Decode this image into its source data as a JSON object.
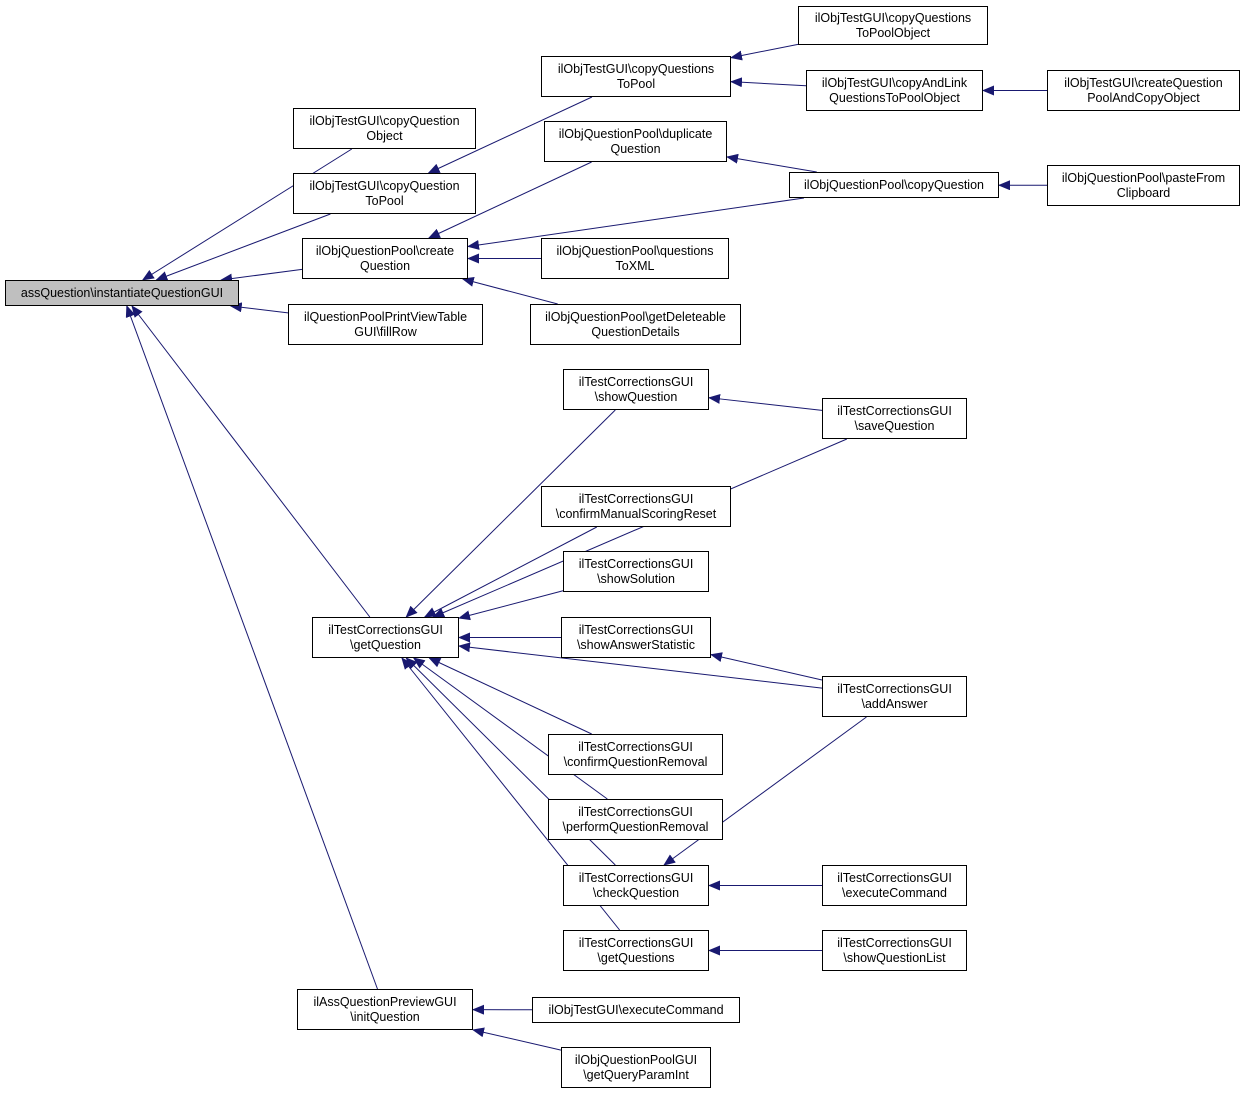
{
  "colors": {
    "edge": "#191970",
    "root_fill": "#bfbfbf",
    "node_fill": "#ffffff",
    "border": "#000000"
  },
  "nodes": {
    "root": [
      "assQuestion\\instantiateQuestionGUI"
    ],
    "copyQuestionObject": [
      "ilObjTestGUI\\copyQuestion",
      "Object"
    ],
    "copyQuestionToPool": [
      "ilObjTestGUI\\copyQuestion",
      "ToPool"
    ],
    "createQuestion": [
      "ilObjQuestionPool\\create",
      "Question"
    ],
    "fillRow": [
      "ilQuestionPoolPrintViewTable",
      "GUI\\fillRow"
    ],
    "getQuestion": [
      "ilTestCorrectionsGUI",
      "\\getQuestion"
    ],
    "initQuestion": [
      "ilAssQuestionPreviewGUI",
      "\\initQuestion"
    ],
    "copyQuestionsToPool": [
      "ilObjTestGUI\\copyQuestions",
      "ToPool"
    ],
    "duplicateQuestion": [
      "ilObjQuestionPool\\duplicate",
      "Question"
    ],
    "questionsToXML": [
      "ilObjQuestionPool\\questions",
      "ToXML"
    ],
    "getDeleteableQuestionDetails": [
      "ilObjQuestionPool\\getDeleteable",
      "QuestionDetails"
    ],
    "copyQuestionsToPoolObject": [
      "ilObjTestGUI\\copyQuestions",
      "ToPoolObject"
    ],
    "copyAndLinkQuestionsToPoolObject": [
      "ilObjTestGUI\\copyAndLink",
      "QuestionsToPoolObject"
    ],
    "createQuestionPoolAndCopyObject": [
      "ilObjTestGUI\\createQuestion",
      "PoolAndCopyObject"
    ],
    "copyQuestion": [
      "ilObjQuestionPool\\copyQuestion"
    ],
    "pasteFromClipboard": [
      "ilObjQuestionPool\\pasteFrom",
      "Clipboard"
    ],
    "showQuestion": [
      "ilTestCorrectionsGUI",
      "\\showQuestion"
    ],
    "saveQuestion": [
      "ilTestCorrectionsGUI",
      "\\saveQuestion"
    ],
    "confirmManualScoringReset": [
      "ilTestCorrectionsGUI",
      "\\confirmManualScoringReset"
    ],
    "showSolution": [
      "ilTestCorrectionsGUI",
      "\\showSolution"
    ],
    "showAnswerStatistic": [
      "ilTestCorrectionsGUI",
      "\\showAnswerStatistic"
    ],
    "addAnswer": [
      "ilTestCorrectionsGUI",
      "\\addAnswer"
    ],
    "confirmQuestionRemoval": [
      "ilTestCorrectionsGUI",
      "\\confirmQuestionRemoval"
    ],
    "performQuestionRemoval": [
      "ilTestCorrectionsGUI",
      "\\performQuestionRemoval"
    ],
    "checkQuestion": [
      "ilTestCorrectionsGUI",
      "\\checkQuestion"
    ],
    "executeCommandCorrections": [
      "ilTestCorrectionsGUI",
      "\\executeCommand"
    ],
    "getQuestions": [
      "ilTestCorrectionsGUI",
      "\\getQuestions"
    ],
    "showQuestionList": [
      "ilTestCorrectionsGUI",
      "\\showQuestionList"
    ],
    "executeCommandObjTest": [
      "ilObjTestGUI\\executeCommand"
    ],
    "getQueryParamInt": [
      "ilObjQuestionPoolGUI",
      "\\getQueryParamInt"
    ]
  },
  "edges": [
    [
      "copyQuestionObject",
      "root"
    ],
    [
      "copyQuestionToPool",
      "root"
    ],
    [
      "createQuestion",
      "root"
    ],
    [
      "fillRow",
      "root"
    ],
    [
      "getQuestion",
      "root"
    ],
    [
      "initQuestion",
      "root"
    ],
    [
      "copyQuestionsToPool",
      "copyQuestionToPool"
    ],
    [
      "duplicateQuestion",
      "createQuestion"
    ],
    [
      "copyQuestion",
      "createQuestion"
    ],
    [
      "questionsToXML",
      "createQuestion"
    ],
    [
      "getDeleteableQuestionDetails",
      "createQuestion"
    ],
    [
      "copyQuestionsToPoolObject",
      "copyQuestionsToPool"
    ],
    [
      "copyAndLinkQuestionsToPoolObject",
      "copyQuestionsToPool"
    ],
    [
      "createQuestionPoolAndCopyObject",
      "copyAndLinkQuestionsToPoolObject"
    ],
    [
      "copyQuestion",
      "duplicateQuestion"
    ],
    [
      "pasteFromClipboard",
      "copyQuestion"
    ],
    [
      "showQuestion",
      "getQuestion"
    ],
    [
      "saveQuestion",
      "getQuestion"
    ],
    [
      "confirmManualScoringReset",
      "getQuestion"
    ],
    [
      "showSolution",
      "getQuestion"
    ],
    [
      "showAnswerStatistic",
      "getQuestion"
    ],
    [
      "addAnswer",
      "getQuestion"
    ],
    [
      "confirmQuestionRemoval",
      "getQuestion"
    ],
    [
      "performQuestionRemoval",
      "getQuestion"
    ],
    [
      "checkQuestion",
      "getQuestion"
    ],
    [
      "getQuestions",
      "getQuestion"
    ],
    [
      "saveQuestion",
      "showQuestion"
    ],
    [
      "addAnswer",
      "showAnswerStatistic"
    ],
    [
      "addAnswer",
      "checkQuestion"
    ],
    [
      "executeCommandCorrections",
      "checkQuestion"
    ],
    [
      "showQuestionList",
      "getQuestions"
    ],
    [
      "executeCommandObjTest",
      "initQuestion"
    ],
    [
      "getQueryParamInt",
      "initQuestion"
    ]
  ]
}
